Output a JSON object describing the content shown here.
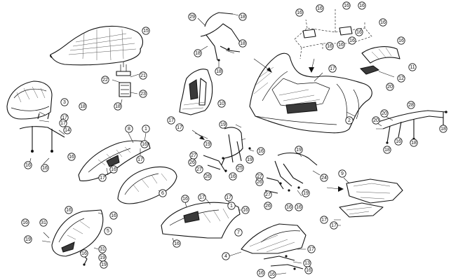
{
  "parts": [
    {
      "id": "seat",
      "num": "15"
    },
    {
      "id": "seat-latch",
      "num": "21"
    },
    {
      "id": "front-rack-frame",
      "num": "18"
    },
    {
      "id": "rear-rack",
      "num": "11"
    },
    {
      "id": "reflector",
      "num": "12"
    },
    {
      "id": "rear-fender",
      "num": "2"
    },
    {
      "id": "headlight-cover",
      "num": "3"
    },
    {
      "id": "front-cover",
      "num": "10"
    },
    {
      "id": "front-rack-frame-lower",
      "num": "14"
    },
    {
      "id": "side-panel-left",
      "num": "8"
    },
    {
      "id": "fuel-tank-cover",
      "num": "6"
    },
    {
      "id": "side-panel-right",
      "num": "7"
    },
    {
      "id": "front-fender",
      "num": "5"
    },
    {
      "id": "footrest-left",
      "num": "4"
    },
    {
      "id": "footrest-right",
      "num": "9"
    },
    {
      "id": "rear-rack-frame",
      "num": "28"
    }
  ],
  "callouts": [
    {
      "num": "15"
    },
    {
      "num": "22"
    },
    {
      "num": "21"
    },
    {
      "num": "23"
    },
    {
      "num": "18"
    },
    {
      "num": "29"
    },
    {
      "num": "18"
    },
    {
      "num": "18"
    },
    {
      "num": "18"
    },
    {
      "num": "18"
    },
    {
      "num": "16"
    },
    {
      "num": "16"
    },
    {
      "num": "16"
    },
    {
      "num": "16"
    },
    {
      "num": "16"
    },
    {
      "num": "16"
    },
    {
      "num": "16"
    },
    {
      "num": "16"
    },
    {
      "num": "16"
    },
    {
      "num": "16"
    },
    {
      "num": "11"
    },
    {
      "num": "12"
    },
    {
      "num": "20"
    },
    {
      "num": "17"
    },
    {
      "num": "2"
    },
    {
      "num": "10"
    },
    {
      "num": "17"
    },
    {
      "num": "17"
    },
    {
      "num": "3"
    },
    {
      "num": "17"
    },
    {
      "num": "17"
    },
    {
      "num": "14"
    },
    {
      "num": "16"
    },
    {
      "num": "16"
    },
    {
      "num": "18"
    },
    {
      "num": "20"
    },
    {
      "num": "28"
    },
    {
      "num": "20"
    },
    {
      "num": "18"
    },
    {
      "num": "16"
    },
    {
      "num": "18"
    },
    {
      "num": "18"
    },
    {
      "num": "8"
    },
    {
      "num": "1"
    },
    {
      "num": "16"
    },
    {
      "num": "17"
    },
    {
      "num": "16"
    },
    {
      "num": "17"
    },
    {
      "num": "16"
    },
    {
      "num": "6"
    },
    {
      "num": "19"
    },
    {
      "num": "19"
    },
    {
      "num": "16"
    },
    {
      "num": "27"
    },
    {
      "num": "26"
    },
    {
      "num": "27"
    },
    {
      "num": "26"
    },
    {
      "num": "25"
    },
    {
      "num": "19"
    },
    {
      "num": "16"
    },
    {
      "num": "19"
    },
    {
      "num": "27"
    },
    {
      "num": "26"
    },
    {
      "num": "27"
    },
    {
      "num": "26"
    },
    {
      "num": "24"
    },
    {
      "num": "19"
    },
    {
      "num": "16"
    },
    {
      "num": "16"
    },
    {
      "num": "9"
    },
    {
      "num": "17"
    },
    {
      "num": "17"
    },
    {
      "num": "16"
    },
    {
      "num": "17"
    },
    {
      "num": "17"
    },
    {
      "num": "1"
    },
    {
      "num": "16"
    },
    {
      "num": "16"
    },
    {
      "num": "7"
    },
    {
      "num": "16"
    },
    {
      "num": "16"
    },
    {
      "num": "31"
    },
    {
      "num": "19"
    },
    {
      "num": "16"
    },
    {
      "num": "5"
    },
    {
      "num": "31"
    },
    {
      "num": "19"
    },
    {
      "num": "19"
    },
    {
      "num": "16"
    },
    {
      "num": "4"
    },
    {
      "num": "17"
    },
    {
      "num": "13"
    },
    {
      "num": "16"
    },
    {
      "num": "16"
    },
    {
      "num": "16"
    }
  ]
}
